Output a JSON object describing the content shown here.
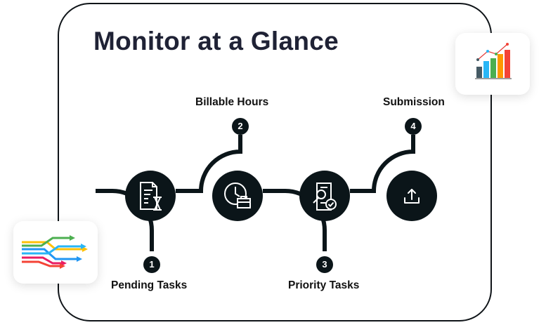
{
  "title": "Monitor at a Glance",
  "steps": [
    {
      "number": "1",
      "label": "Pending Tasks",
      "icon": "document-hourglass-icon"
    },
    {
      "number": "2",
      "label": "Billable Hours",
      "icon": "clock-briefcase-icon"
    },
    {
      "number": "3",
      "label": "Priority Tasks",
      "icon": "document-search-check-icon"
    },
    {
      "number": "4",
      "label": "Submission",
      "icon": "upload-icon"
    }
  ],
  "tiles": [
    {
      "icon": "bar-chart-trend-icon"
    },
    {
      "icon": "colored-flow-arrows-icon"
    }
  ],
  "colors": {
    "dark": "#0b1519",
    "title": "#1f2235"
  }
}
